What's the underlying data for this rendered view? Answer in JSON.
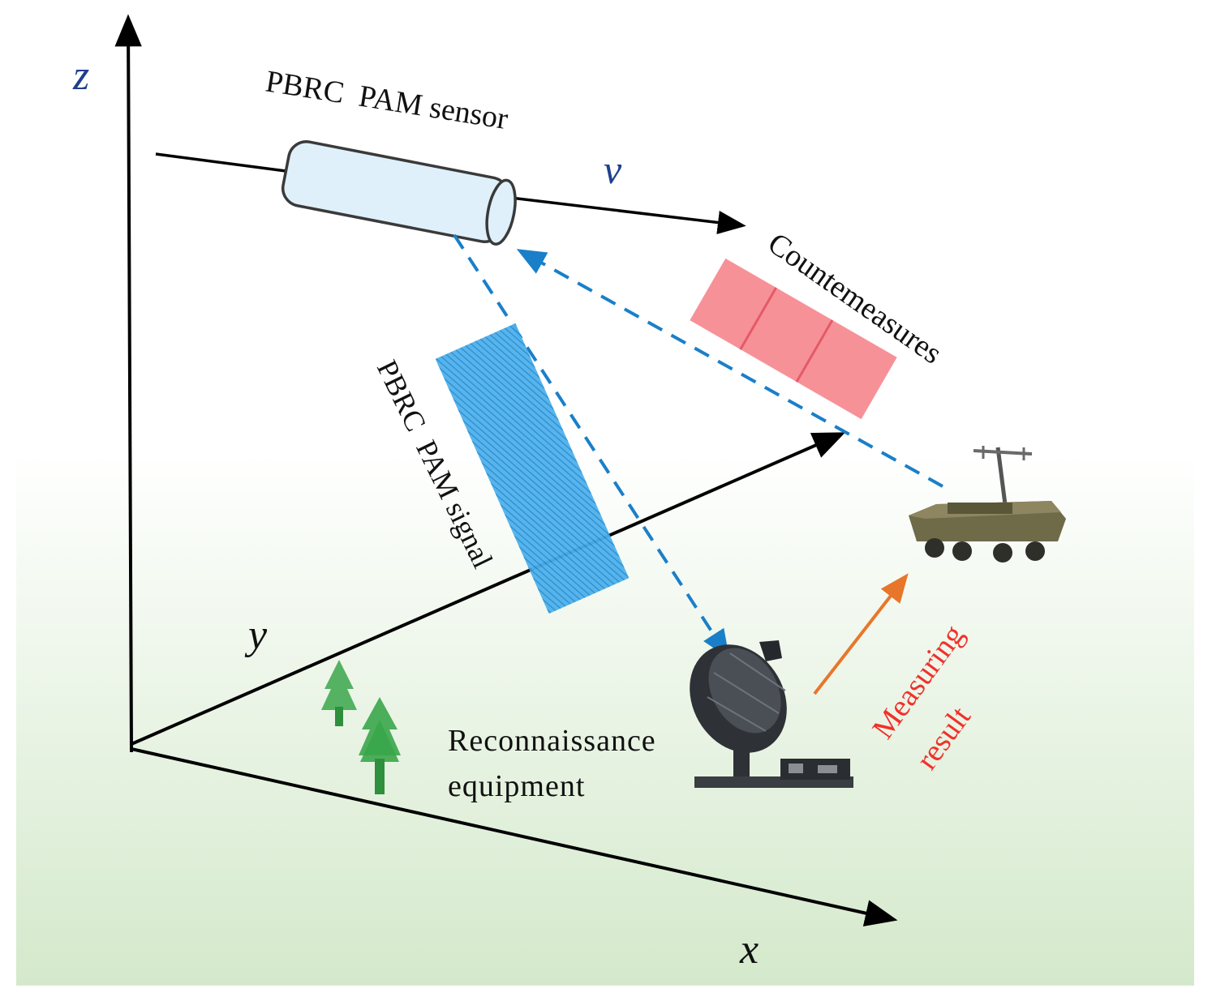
{
  "axes": {
    "z_label": "z",
    "y_label": "y",
    "x_label": "x"
  },
  "velocity_label": "v",
  "labels": {
    "sensor": "PBRC  PAM sensor",
    "signal": "PBRC  PAM signal",
    "countermeasures": "Countemeasures",
    "reconnaissance_line1": "Reconnaissance",
    "reconnaissance_line2": "equipment",
    "measuring_line1": "Measuring",
    "measuring_line2": "result"
  },
  "colors": {
    "axis": "#000000",
    "axis_z_label": "#1f3f8f",
    "background_top": "#ffffff",
    "background_bottom": "#d8ead0",
    "sensor_fill": "#dff0fb",
    "dashed_path": "#1a7fc9",
    "signal_block": "#2d9be0",
    "countermeasures_block": "#f47c85",
    "measuring_arrow": "#e8762a",
    "measuring_text": "#f2302a",
    "tree": "#3aa64a"
  }
}
